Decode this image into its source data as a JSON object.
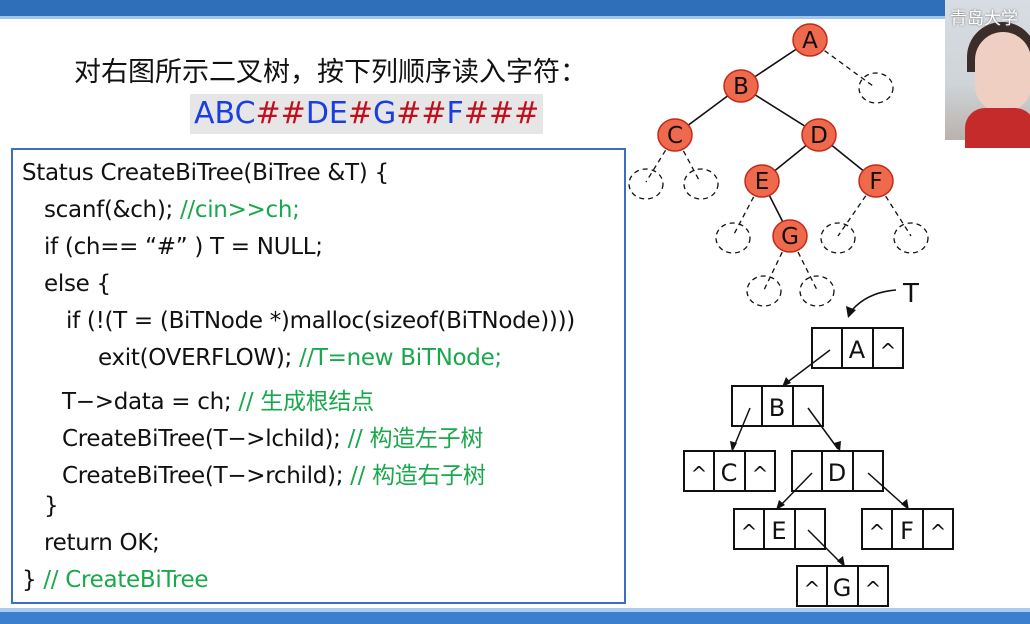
{
  "slide": {
    "heading": "对右图所示二叉树，按下列顺序读入字符：",
    "sequence": [
      {
        "t": "ABC",
        "k": "c"
      },
      {
        "t": "##",
        "k": "h"
      },
      {
        "t": "DE",
        "k": "c"
      },
      {
        "t": "#",
        "k": "h"
      },
      {
        "t": "G",
        "k": "c"
      },
      {
        "t": "##",
        "k": "h"
      },
      {
        "t": "F",
        "k": "c"
      },
      {
        "t": "###",
        "k": "h"
      }
    ],
    "code": [
      {
        "code": "Status CreateBiTree(BiTree &T) {",
        "comment": ""
      },
      {
        "code": "scanf(&ch); ",
        "comment": "//cin>>ch;"
      },
      {
        "code": "if (ch== “#” )  T = NULL;",
        "comment": ""
      },
      {
        "code": "else {",
        "comment": ""
      },
      {
        "code": "if (!(T = (BiTNode *)malloc(sizeof(BiTNode))))",
        "comment": ""
      },
      {
        "code": "exit(OVERFLOW); ",
        "comment": "//T=new BiTNode;"
      },
      {
        "code": "T−>data = ch;    ",
        "comment": "// 生成根结点"
      },
      {
        "code": "CreateBiTree(T−>lchild);    ",
        "comment": "// 构造左子树"
      },
      {
        "code": "CreateBiTree(T−>rchild);   ",
        "comment": "// 构造右子树"
      },
      {
        "code": "}",
        "comment": ""
      },
      {
        "code": "return OK;",
        "comment": ""
      },
      {
        "code": "} ",
        "comment": "// CreateBiTree"
      }
    ],
    "tree_nodes": [
      "A",
      "B",
      "C",
      "D",
      "E",
      "F",
      "G"
    ],
    "pointer_label": "T",
    "node_null_symbol": "^",
    "storage_nodes": [
      {
        "left": "",
        "data": "A",
        "right": "^"
      },
      {
        "left": "",
        "data": "B",
        "right": ""
      },
      {
        "left": "^",
        "data": "C",
        "right": "^"
      },
      {
        "left": "",
        "data": "D",
        "right": ""
      },
      {
        "left": "^",
        "data": "E",
        "right": ""
      },
      {
        "left": "^",
        "data": "F",
        "right": "^"
      },
      {
        "left": "^",
        "data": "G",
        "right": "^"
      }
    ],
    "watermark": "青岛大学",
    "colors": {
      "node_fill": "#ef6a4c",
      "node_border": "#c22a1a",
      "code_border": "#3a70c4",
      "comment": "#19a84b",
      "blue_char": "#1a3ee0",
      "hash_char": "#c0101e"
    }
  }
}
